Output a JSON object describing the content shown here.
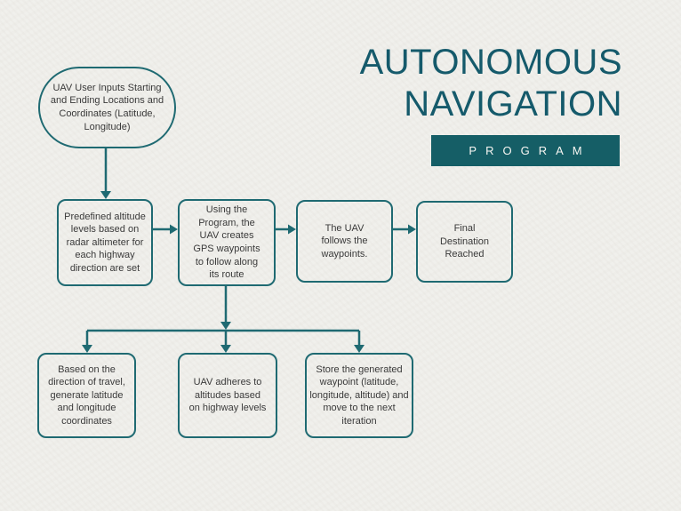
{
  "slide": {
    "background_color": "#f0efeb",
    "accent_color": "#1f6a72",
    "header": {
      "title_line1": "AUTONOMOUS",
      "title_line2": "NAVIGATION",
      "title_color": "#155a6b",
      "banner_label": "PROGRAM",
      "banner_bg": "#155e66",
      "banner_text_color": "#f7f6f2"
    }
  },
  "flowchart": {
    "node_text_color": "#3a3a3a",
    "node_border_color": "#1f6a72",
    "nodes": {
      "start": {
        "id": "user-inputs",
        "shape": "ellipse",
        "text": "UAV User Inputs Starting and Ending Locations and Coordinates (Latitude, Longitude)"
      },
      "main_row": [
        {
          "id": "predefined-altitudes",
          "text": "Predefined altitude levels based on radar altimeter for each highway direction are set"
        },
        {
          "id": "create-waypoints",
          "text": "Using the Program, the UAV creates GPS waypoints to follow along its route"
        },
        {
          "id": "follow-waypoints",
          "text": "The UAV follows the waypoints."
        },
        {
          "id": "final-destination",
          "text": "Final Destination Reached"
        }
      ],
      "branch_row": [
        {
          "id": "generate-coordinates",
          "text": "Based on the direction of travel, generate latitude and longitude coordinates"
        },
        {
          "id": "adhere-altitudes",
          "text": "UAV adheres to altitudes based on highway levels"
        },
        {
          "id": "store-waypoint",
          "text": "Store the generated waypoint (latitude, longitude, altitude) and move to the next iteration"
        }
      ]
    },
    "connections": [
      {
        "from": "user-inputs",
        "to": "predefined-altitudes"
      },
      {
        "from": "predefined-altitudes",
        "to": "create-waypoints"
      },
      {
        "from": "create-waypoints",
        "to": "follow-waypoints"
      },
      {
        "from": "follow-waypoints",
        "to": "final-destination"
      },
      {
        "from": "create-waypoints",
        "to": "generate-coordinates"
      },
      {
        "from": "create-waypoints",
        "to": "adhere-altitudes"
      },
      {
        "from": "create-waypoints",
        "to": "store-waypoint"
      }
    ]
  }
}
